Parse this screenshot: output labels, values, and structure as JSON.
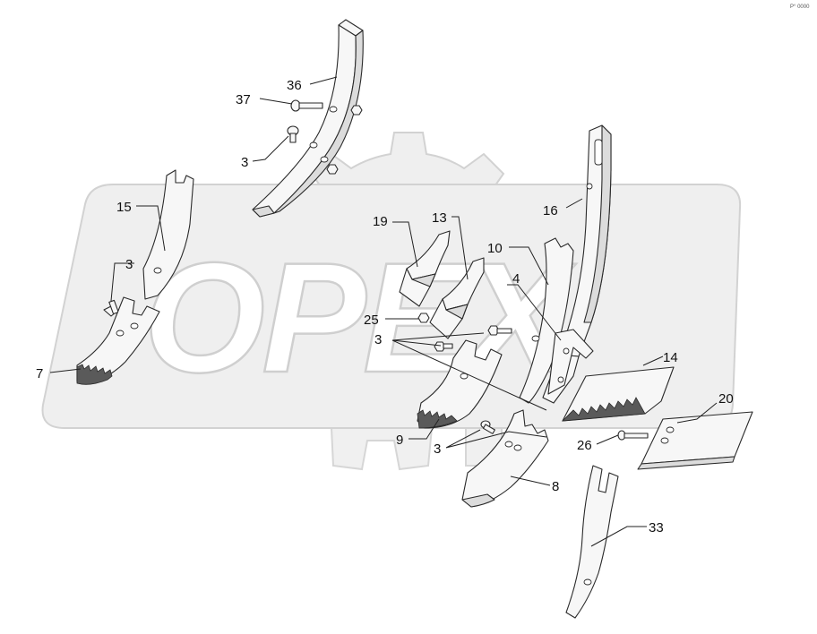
{
  "watermark": {
    "text": "OPEX"
  },
  "corner_mark": "P° 0000",
  "callouts": [
    {
      "id": "c36",
      "label": "36"
    },
    {
      "id": "c37",
      "label": "37"
    },
    {
      "id": "c3a",
      "label": "3"
    },
    {
      "id": "c15",
      "label": "15"
    },
    {
      "id": "c3b",
      "label": "3"
    },
    {
      "id": "c7",
      "label": "7"
    },
    {
      "id": "c19",
      "label": "19"
    },
    {
      "id": "c13",
      "label": "13"
    },
    {
      "id": "c16",
      "label": "16"
    },
    {
      "id": "c10",
      "label": "10"
    },
    {
      "id": "c4",
      "label": "4"
    },
    {
      "id": "c25",
      "label": "25"
    },
    {
      "id": "c3c",
      "label": "3"
    },
    {
      "id": "c14",
      "label": "14"
    },
    {
      "id": "c20",
      "label": "20"
    },
    {
      "id": "c9",
      "label": "9"
    },
    {
      "id": "c3d",
      "label": "3"
    },
    {
      "id": "c26",
      "label": "26"
    },
    {
      "id": "c8",
      "label": "8"
    },
    {
      "id": "c33",
      "label": "33"
    }
  ]
}
